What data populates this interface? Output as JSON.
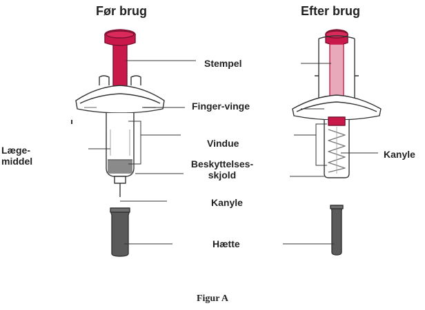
{
  "headings": {
    "before": "Før brug",
    "after": "Efter brug"
  },
  "labels": {
    "plunger": "Stempel",
    "finger_flange": "Finger-vinge",
    "window": "Vindue",
    "guard_line1": "Beskyttelses-",
    "guard_line2": "skjold",
    "needle": "Kanyle",
    "cap": "Hætte",
    "medicine_line1": "Læge-",
    "medicine_line2": "middel",
    "needle_after": "Kanyle"
  },
  "caption": "Figur A",
  "colors": {
    "plunger": "#c8194a",
    "plunger_light": "#e8a9bb",
    "medicine": "#8a8a8a",
    "cap": "#5a5a5a",
    "outline": "#333333"
  }
}
